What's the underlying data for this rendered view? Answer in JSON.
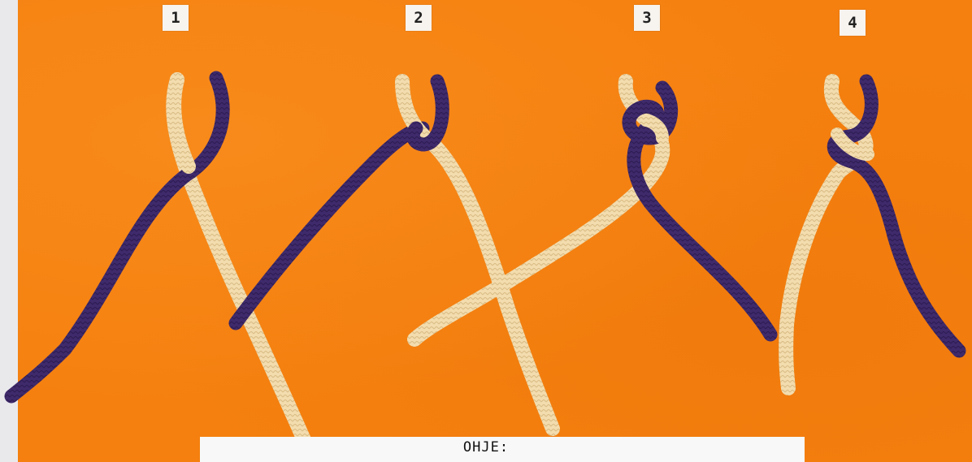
{
  "steps": [
    {
      "number": "1"
    },
    {
      "number": "2"
    },
    {
      "number": "3"
    },
    {
      "number": "4"
    }
  ],
  "caption": {
    "label": "OHJE:"
  },
  "colors": {
    "background": "#f5800f",
    "cord_light": "#f3dcae",
    "cord_dark": "#3f2a6b",
    "label_card": "#f7f3ee"
  }
}
